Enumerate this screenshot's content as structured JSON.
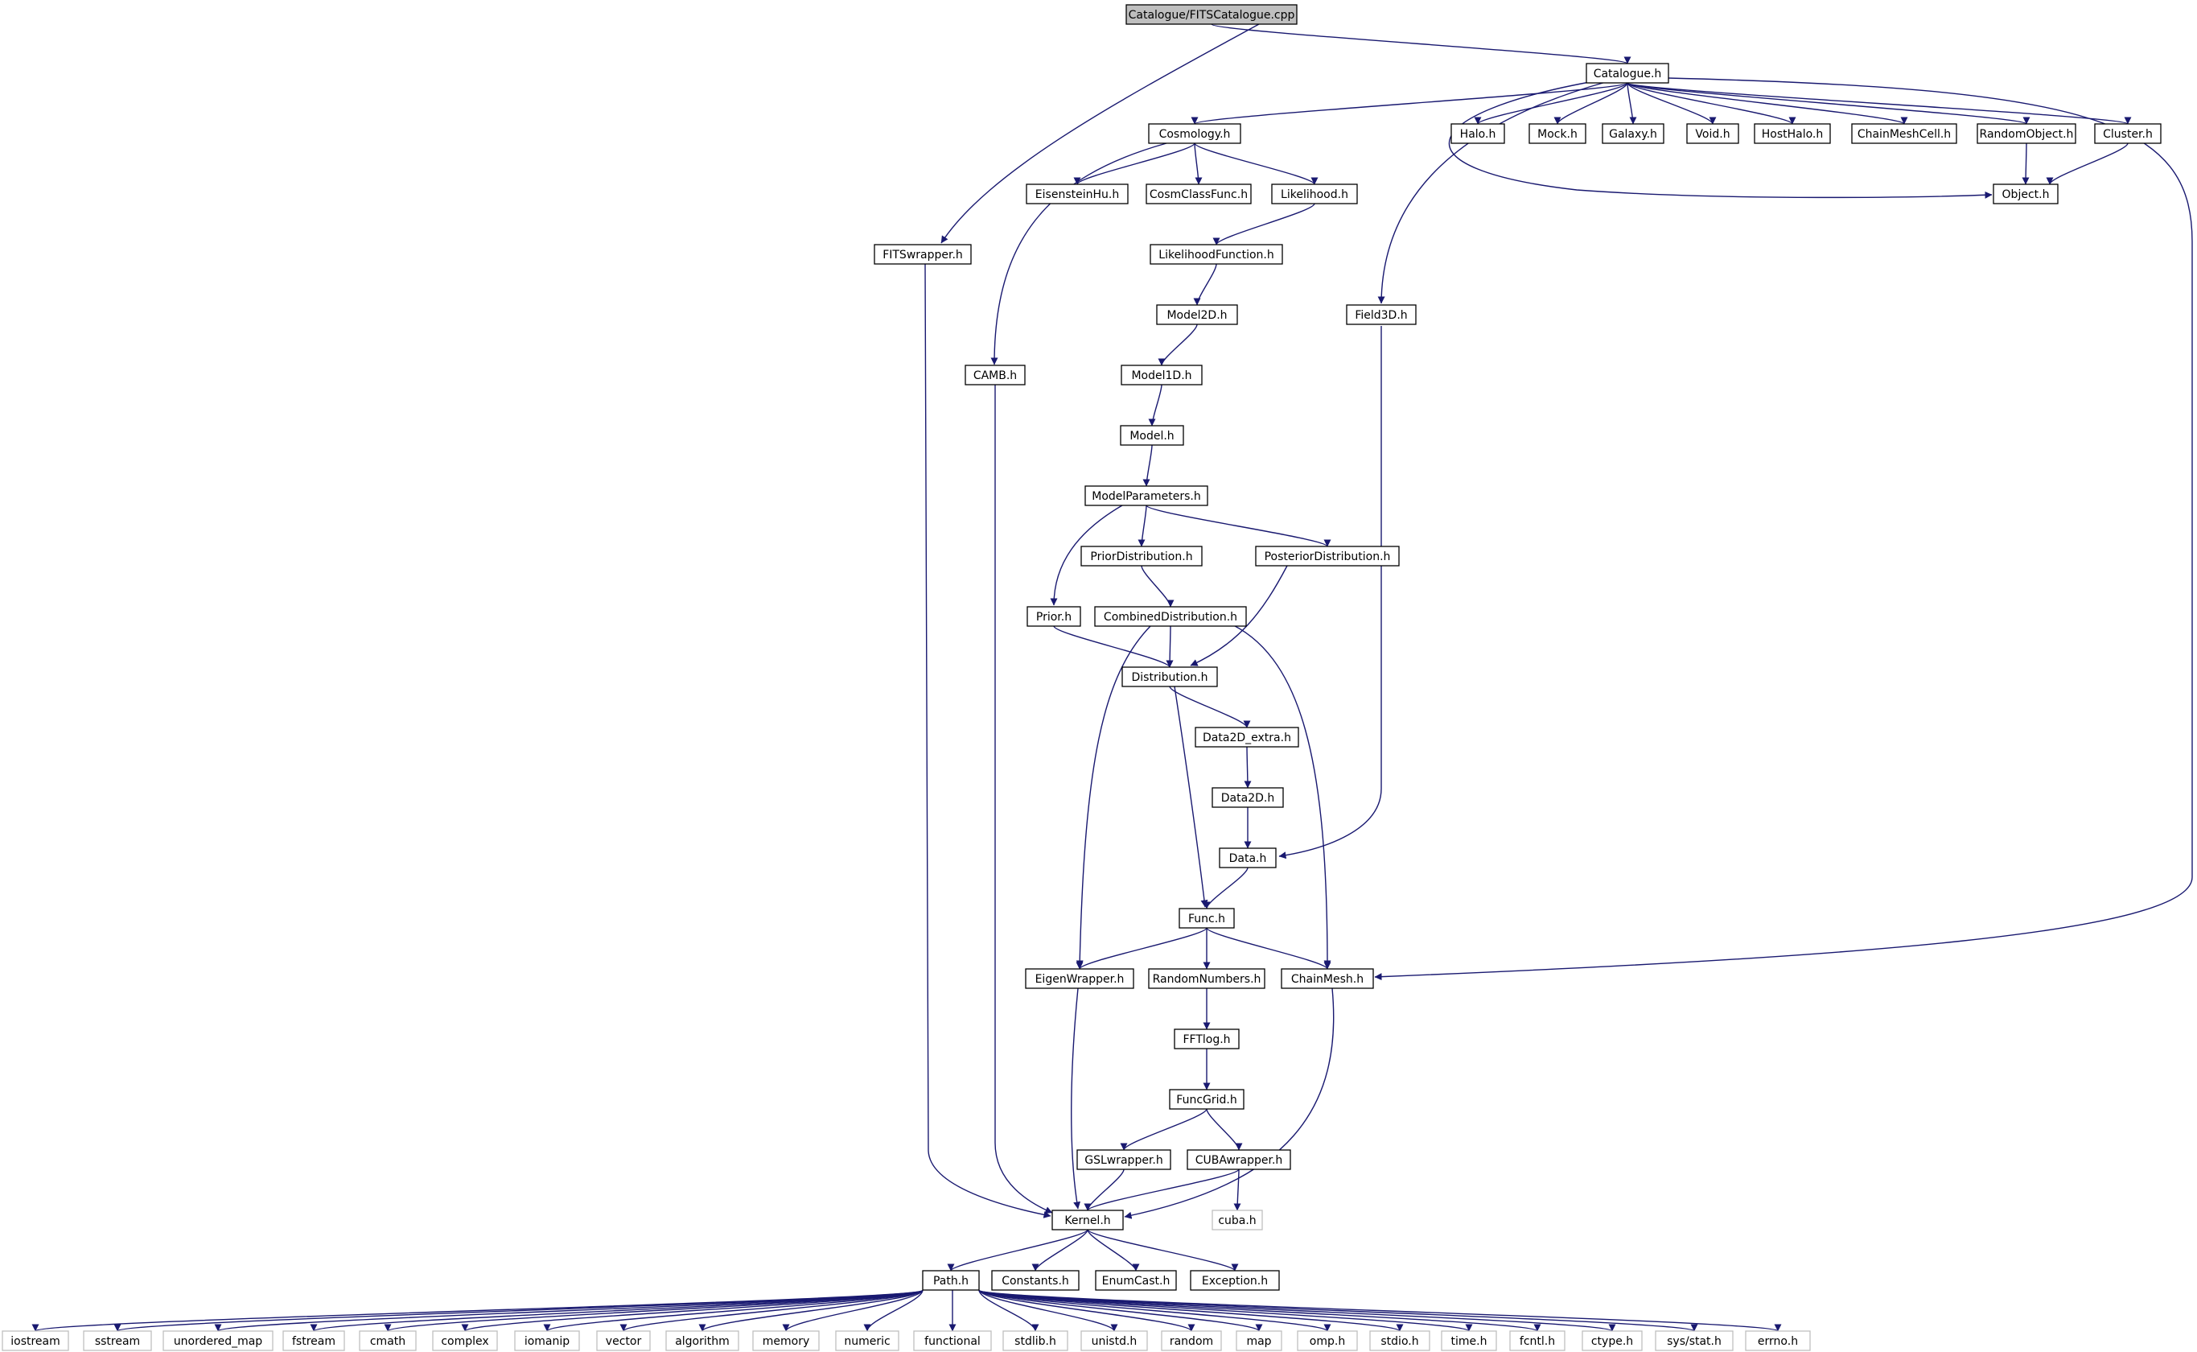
{
  "colors": {
    "edge": "#191970",
    "node_border": "#000000",
    "node_border_external": "#bfbfbf",
    "root_fill": "#bfbfbf",
    "node_fill": "#ffffff",
    "text": "#000000"
  },
  "nodes": [
    {
      "id": "root",
      "label": "Catalogue/FITSCatalogue.cpp",
      "root": true
    },
    {
      "id": "catalogue",
      "label": "Catalogue.h"
    },
    {
      "id": "cosmology",
      "label": "Cosmology.h"
    },
    {
      "id": "halo",
      "label": "Halo.h"
    },
    {
      "id": "mock",
      "label": "Mock.h"
    },
    {
      "id": "galaxy",
      "label": "Galaxy.h"
    },
    {
      "id": "void",
      "label": "Void.h"
    },
    {
      "id": "hosthalo",
      "label": "HostHalo.h"
    },
    {
      "id": "chainmeshcell",
      "label": "ChainMeshCell.h"
    },
    {
      "id": "randomobject",
      "label": "RandomObject.h"
    },
    {
      "id": "cluster",
      "label": "Cluster.h"
    },
    {
      "id": "eisensteinhu",
      "label": "EisensteinHu.h"
    },
    {
      "id": "cosmclassfunc",
      "label": "CosmClassFunc.h"
    },
    {
      "id": "likelihood",
      "label": "Likelihood.h"
    },
    {
      "id": "object",
      "label": "Object.h"
    },
    {
      "id": "fitswrapper",
      "label": "FITSwrapper.h"
    },
    {
      "id": "likelihoodfunction",
      "label": "LikelihoodFunction.h"
    },
    {
      "id": "model2d",
      "label": "Model2D.h"
    },
    {
      "id": "field3d",
      "label": "Field3D.h"
    },
    {
      "id": "camb",
      "label": "CAMB.h"
    },
    {
      "id": "model1d",
      "label": "Model1D.h"
    },
    {
      "id": "model",
      "label": "Model.h"
    },
    {
      "id": "modelparameters",
      "label": "ModelParameters.h"
    },
    {
      "id": "priordistribution",
      "label": "PriorDistribution.h"
    },
    {
      "id": "posteriordistribution",
      "label": "PosteriorDistribution.h"
    },
    {
      "id": "prior",
      "label": "Prior.h"
    },
    {
      "id": "combineddistribution",
      "label": "CombinedDistribution.h"
    },
    {
      "id": "distribution",
      "label": "Distribution.h"
    },
    {
      "id": "data2dextra",
      "label": "Data2D_extra.h"
    },
    {
      "id": "data2d",
      "label": "Data2D.h"
    },
    {
      "id": "data",
      "label": "Data.h"
    },
    {
      "id": "func",
      "label": "Func.h"
    },
    {
      "id": "eigenwrapper",
      "label": "EigenWrapper.h"
    },
    {
      "id": "randomnumbers",
      "label": "RandomNumbers.h"
    },
    {
      "id": "chainmesh",
      "label": "ChainMesh.h"
    },
    {
      "id": "fftlog",
      "label": "FFTlog.h"
    },
    {
      "id": "funcgrid",
      "label": "FuncGrid.h"
    },
    {
      "id": "gslwrapper",
      "label": "GSLwrapper.h"
    },
    {
      "id": "cubawrapper",
      "label": "CUBAwrapper.h"
    },
    {
      "id": "kernel",
      "label": "Kernel.h"
    },
    {
      "id": "cuba",
      "label": "cuba.h",
      "external": true
    },
    {
      "id": "path",
      "label": "Path.h"
    },
    {
      "id": "constants",
      "label": "Constants.h"
    },
    {
      "id": "enumcast",
      "label": "EnumCast.h"
    },
    {
      "id": "exception",
      "label": "Exception.h"
    },
    {
      "id": "iostream",
      "label": "iostream",
      "external": true
    },
    {
      "id": "sstream",
      "label": "sstream",
      "external": true
    },
    {
      "id": "unordered_map",
      "label": "unordered_map",
      "external": true
    },
    {
      "id": "fstream",
      "label": "fstream",
      "external": true
    },
    {
      "id": "cmath",
      "label": "cmath",
      "external": true
    },
    {
      "id": "complex",
      "label": "complex",
      "external": true
    },
    {
      "id": "iomanip",
      "label": "iomanip",
      "external": true
    },
    {
      "id": "vector",
      "label": "vector",
      "external": true
    },
    {
      "id": "algorithm",
      "label": "algorithm",
      "external": true
    },
    {
      "id": "memory",
      "label": "memory",
      "external": true
    },
    {
      "id": "numeric",
      "label": "numeric",
      "external": true
    },
    {
      "id": "functional",
      "label": "functional",
      "external": true
    },
    {
      "id": "stdlib",
      "label": "stdlib.h",
      "external": true
    },
    {
      "id": "unistd",
      "label": "unistd.h",
      "external": true
    },
    {
      "id": "random",
      "label": "random",
      "external": true
    },
    {
      "id": "map",
      "label": "map",
      "external": true
    },
    {
      "id": "omp",
      "label": "omp.h",
      "external": true
    },
    {
      "id": "stdio",
      "label": "stdio.h",
      "external": true
    },
    {
      "id": "time",
      "label": "time.h",
      "external": true
    },
    {
      "id": "fcntl",
      "label": "fcntl.h",
      "external": true
    },
    {
      "id": "ctype",
      "label": "ctype.h",
      "external": true
    },
    {
      "id": "sysstat",
      "label": "sys/stat.h",
      "external": true
    },
    {
      "id": "errno",
      "label": "errno.h",
      "external": true
    }
  ],
  "edges": [
    [
      "root",
      "catalogue"
    ],
    [
      "root",
      "fitswrapper"
    ],
    [
      "catalogue",
      "cosmology"
    ],
    [
      "catalogue",
      "halo"
    ],
    [
      "catalogue",
      "mock"
    ],
    [
      "catalogue",
      "galaxy"
    ],
    [
      "catalogue",
      "void"
    ],
    [
      "catalogue",
      "hosthalo"
    ],
    [
      "catalogue",
      "chainmeshcell"
    ],
    [
      "catalogue",
      "randomobject"
    ],
    [
      "catalogue",
      "cluster"
    ],
    [
      "catalogue",
      "object"
    ],
    [
      "catalogue",
      "field3d"
    ],
    [
      "catalogue",
      "chainmesh"
    ],
    [
      "randomobject",
      "object"
    ],
    [
      "cluster",
      "object"
    ],
    [
      "cosmology",
      "eisensteinhu"
    ],
    [
      "cosmology",
      "cosmclassfunc"
    ],
    [
      "cosmology",
      "likelihood"
    ],
    [
      "cosmology",
      "camb"
    ],
    [
      "likelihood",
      "likelihoodfunction"
    ],
    [
      "likelihoodfunction",
      "model2d"
    ],
    [
      "model2d",
      "model1d"
    ],
    [
      "model1d",
      "model"
    ],
    [
      "model",
      "modelparameters"
    ],
    [
      "modelparameters",
      "prior"
    ],
    [
      "modelparameters",
      "priordistribution"
    ],
    [
      "modelparameters",
      "posteriordistribution"
    ],
    [
      "priordistribution",
      "combineddistribution"
    ],
    [
      "prior",
      "distribution"
    ],
    [
      "combineddistribution",
      "distribution"
    ],
    [
      "posteriordistribution",
      "distribution"
    ],
    [
      "combineddistribution",
      "eigenwrapper"
    ],
    [
      "combineddistribution",
      "chainmesh"
    ],
    [
      "distribution",
      "data2dextra"
    ],
    [
      "distribution",
      "func"
    ],
    [
      "data2dextra",
      "data2d"
    ],
    [
      "data2d",
      "data"
    ],
    [
      "field3d",
      "data"
    ],
    [
      "data",
      "func"
    ],
    [
      "func",
      "eigenwrapper"
    ],
    [
      "func",
      "randomnumbers"
    ],
    [
      "func",
      "chainmesh"
    ],
    [
      "randomnumbers",
      "fftlog"
    ],
    [
      "fftlog",
      "funcgrid"
    ],
    [
      "funcgrid",
      "gslwrapper"
    ],
    [
      "funcgrid",
      "cubawrapper"
    ],
    [
      "gslwrapper",
      "kernel"
    ],
    [
      "cubawrapper",
      "kernel"
    ],
    [
      "cubawrapper",
      "cuba"
    ],
    [
      "eigenwrapper",
      "kernel"
    ],
    [
      "chainmesh",
      "kernel"
    ],
    [
      "camb",
      "kernel"
    ],
    [
      "fitswrapper",
      "kernel"
    ],
    [
      "kernel",
      "path"
    ],
    [
      "kernel",
      "constants"
    ],
    [
      "kernel",
      "enumcast"
    ],
    [
      "kernel",
      "exception"
    ],
    [
      "path",
      "iostream"
    ],
    [
      "path",
      "sstream"
    ],
    [
      "path",
      "unordered_map"
    ],
    [
      "path",
      "fstream"
    ],
    [
      "path",
      "cmath"
    ],
    [
      "path",
      "complex"
    ],
    [
      "path",
      "iomanip"
    ],
    [
      "path",
      "vector"
    ],
    [
      "path",
      "algorithm"
    ],
    [
      "path",
      "memory"
    ],
    [
      "path",
      "numeric"
    ],
    [
      "path",
      "functional"
    ],
    [
      "path",
      "stdlib"
    ],
    [
      "path",
      "unistd"
    ],
    [
      "path",
      "random"
    ],
    [
      "path",
      "map"
    ],
    [
      "path",
      "omp"
    ],
    [
      "path",
      "stdio"
    ],
    [
      "path",
      "time"
    ],
    [
      "path",
      "fcntl"
    ],
    [
      "path",
      "ctype"
    ],
    [
      "path",
      "sysstat"
    ],
    [
      "path",
      "errno"
    ]
  ]
}
